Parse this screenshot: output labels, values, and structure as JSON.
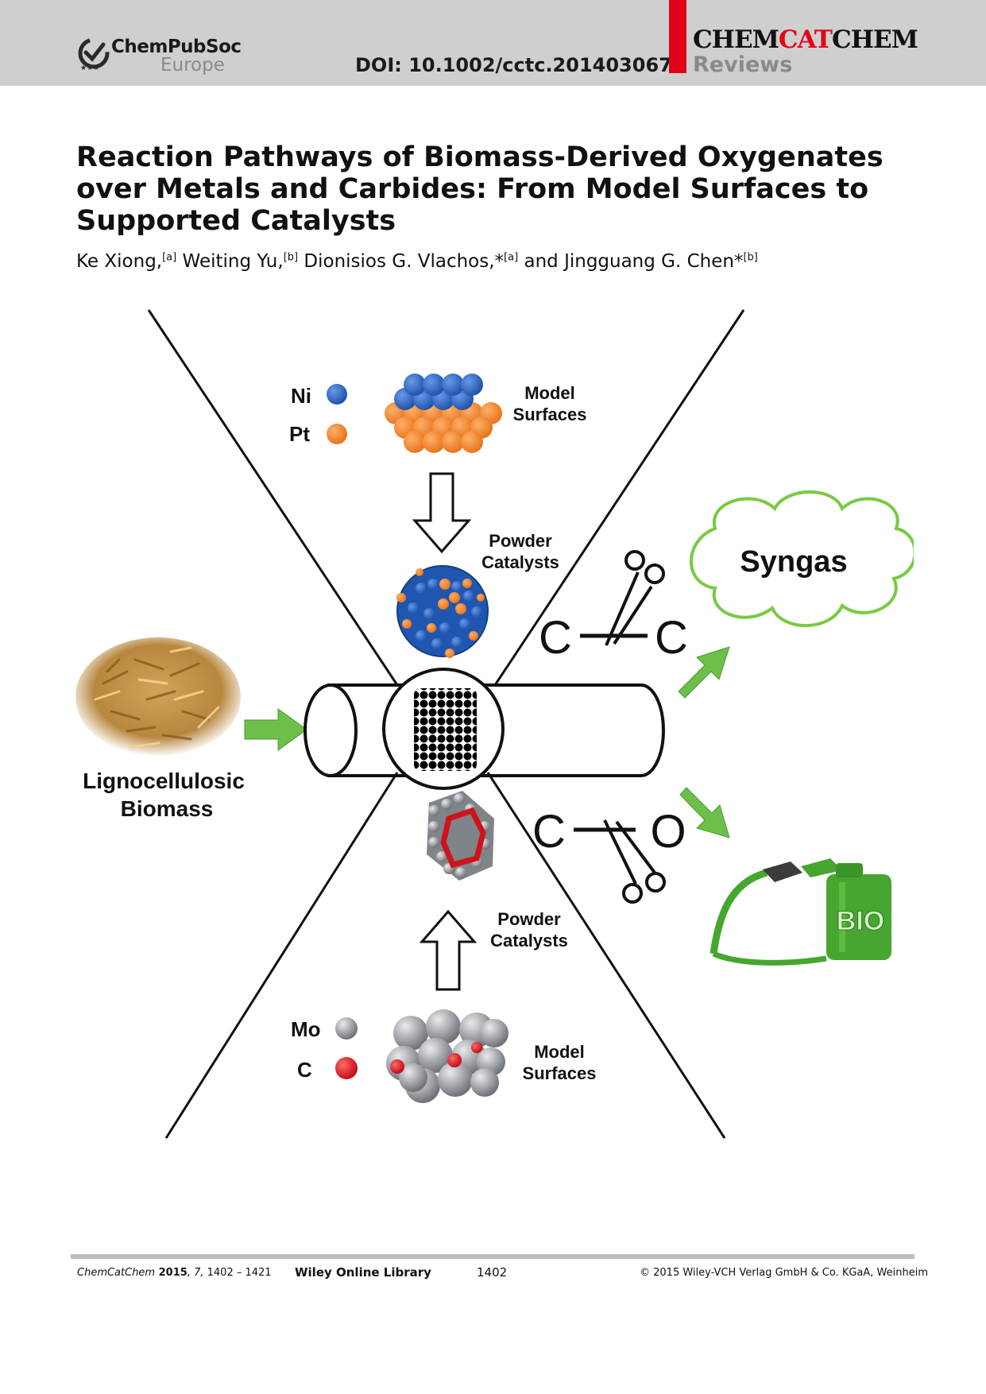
{
  "header": {
    "publisher_main": "ChemPubSoc",
    "publisher_sub": "Europe",
    "doi": "DOI: 10.1002/cctc.201403067",
    "journal_part1": "CHEM",
    "journal_part2": "CAT",
    "journal_part3": "CHEM",
    "section": "Reviews"
  },
  "article": {
    "title": "Reaction Pathways of Biomass-Derived Oxygenates over Metals and Carbides: From Model Surfaces to Supported Catalysts",
    "authors": [
      {
        "name": "Ke Xiong,",
        "sup": "[a]"
      },
      {
        "name": " Weiting Yu,",
        "sup": "[b]"
      },
      {
        "name": " Dionisios G. Vlachos,*",
        "sup": "[a]"
      },
      {
        "name": " and Jingguang G. Chen*",
        "sup": "[b]"
      }
    ]
  },
  "figure": {
    "legend_top": [
      "Ni",
      "Pt"
    ],
    "model_surfaces_top": [
      "Model",
      "Surfaces"
    ],
    "powder_catalysts_top": [
      "Powder",
      "Catalysts"
    ],
    "feedstock": [
      "Lignocellulosic",
      "Biomass"
    ],
    "cc_left": "C",
    "cc_right": "C",
    "co_left": "C",
    "co_right": "O",
    "syngas": "Syngas",
    "bio_label": "BIO",
    "powder_catalysts_bottom": [
      "Powder",
      "Catalysts"
    ],
    "legend_bottom": [
      "Mo",
      "C"
    ],
    "model_surfaces_bottom": [
      "Model",
      "Surfaces"
    ],
    "colors": {
      "ni": "#1f56b0",
      "pt": "#e8761d",
      "mo": "#9a9ea4",
      "carbon": "#d0121a",
      "arrow_green": "#6cc04a",
      "cloud_green": "#7ac943"
    }
  },
  "footer": {
    "citation_journal": "ChemCatChem",
    "citation_year": " 2015",
    "citation_vol": ", 7,",
    "citation_pages": " 1402 – 1421",
    "wiley": "Wiley Online Library",
    "page": "1402",
    "copyright": "© 2015 Wiley-VCH Verlag GmbH & Co. KGaA, Weinheim"
  }
}
